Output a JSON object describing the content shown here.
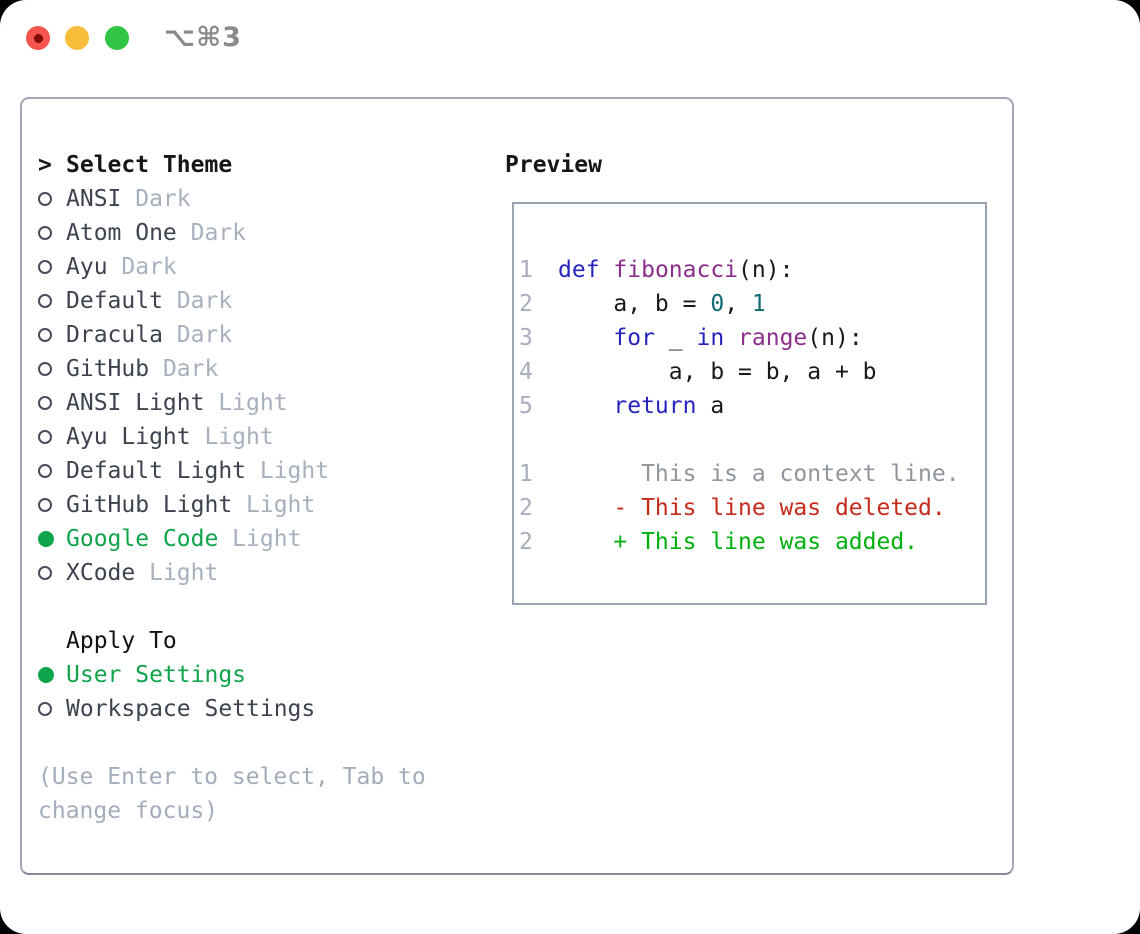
{
  "window": {
    "title": "⌥⌘3"
  },
  "titlebar": {
    "close_icon": "red-circle",
    "minimize_icon": "yellow-circle",
    "zoom_icon": "green-circle"
  },
  "select_theme": {
    "prompt": ">",
    "title": "Select Theme",
    "themes": [
      {
        "label": "ANSI",
        "variant": "Dark",
        "selected": false
      },
      {
        "label": "Atom One",
        "variant": "Dark",
        "selected": false
      },
      {
        "label": "Ayu",
        "variant": "Dark",
        "selected": false
      },
      {
        "label": "Default",
        "variant": "Dark",
        "selected": false
      },
      {
        "label": "Dracula",
        "variant": "Dark",
        "selected": false
      },
      {
        "label": "GitHub",
        "variant": "Dark",
        "selected": false
      },
      {
        "label": "ANSI Light",
        "variant": "Light",
        "selected": false
      },
      {
        "label": "Ayu Light",
        "variant": "Light",
        "selected": false
      },
      {
        "label": "Default Light",
        "variant": "Light",
        "selected": false
      },
      {
        "label": "GitHub Light",
        "variant": "Light",
        "selected": false
      },
      {
        "label": "Google Code",
        "variant": "Light",
        "selected": true
      },
      {
        "label": "XCode",
        "variant": "Light",
        "selected": false
      }
    ]
  },
  "apply_to": {
    "title": "Apply To",
    "options": [
      {
        "label": "User Settings",
        "selected": true
      },
      {
        "label": "Workspace Settings",
        "selected": false
      }
    ]
  },
  "hint": {
    "lines": [
      "(Use Enter to select, Tab to",
      "change focus)"
    ]
  },
  "preview": {
    "title": "Preview",
    "code_lines": [
      {
        "num": "1",
        "segments": [
          {
            "text": "def",
            "cls": "kw"
          },
          {
            "text": " ",
            "cls": "pln"
          },
          {
            "text": "fibonacci",
            "cls": "fn"
          },
          {
            "text": "(n):",
            "cls": "pln"
          }
        ]
      },
      {
        "num": "2",
        "segments": [
          {
            "text": "    a, b = ",
            "cls": "pln"
          },
          {
            "text": "0",
            "cls": "lit"
          },
          {
            "text": ", ",
            "cls": "pln"
          },
          {
            "text": "1",
            "cls": "lit"
          }
        ]
      },
      {
        "num": "3",
        "segments": [
          {
            "text": "    ",
            "cls": "pln"
          },
          {
            "text": "for",
            "cls": "kw"
          },
          {
            "text": " _ ",
            "cls": "pln"
          },
          {
            "text": "in",
            "cls": "kw"
          },
          {
            "text": " ",
            "cls": "pln"
          },
          {
            "text": "range",
            "cls": "fn"
          },
          {
            "text": "(n):",
            "cls": "pln"
          }
        ]
      },
      {
        "num": "4",
        "segments": [
          {
            "text": "        a, b = b, a + b",
            "cls": "pln"
          }
        ]
      },
      {
        "num": "5",
        "segments": [
          {
            "text": "    ",
            "cls": "pln"
          },
          {
            "text": "return",
            "cls": "kw"
          },
          {
            "text": " a",
            "cls": "pln"
          }
        ]
      },
      {
        "num": "",
        "segments": []
      },
      {
        "num": "1",
        "segments": [
          {
            "text": "      This is a context line.",
            "cls": "ctx"
          }
        ]
      },
      {
        "num": "2",
        "segments": [
          {
            "text": "    - This line was deleted.",
            "cls": "del"
          }
        ]
      },
      {
        "num": "2",
        "segments": [
          {
            "text": "    + This line was added.",
            "cls": "add"
          }
        ]
      }
    ]
  },
  "colors": {
    "selected_green": "#0fa44b",
    "added_green": "#00b00e",
    "deleted_red": "#c52a1b",
    "keyword_blue": "#2424bd",
    "function_purple": "#8c2e8c",
    "literal_teal": "#0e6b70",
    "item_text": "#3d444f",
    "muted": "#a7b0bd",
    "hint_gray": "#a3acba",
    "context_gray": "#8e959b",
    "line_number": "#a6aebc",
    "title_gray": "#8a8a8d",
    "light_red": "#f4544d",
    "light_yellow": "#f9bd3c",
    "light_green": "#31c545",
    "red_dot": "#7f0d06"
  }
}
